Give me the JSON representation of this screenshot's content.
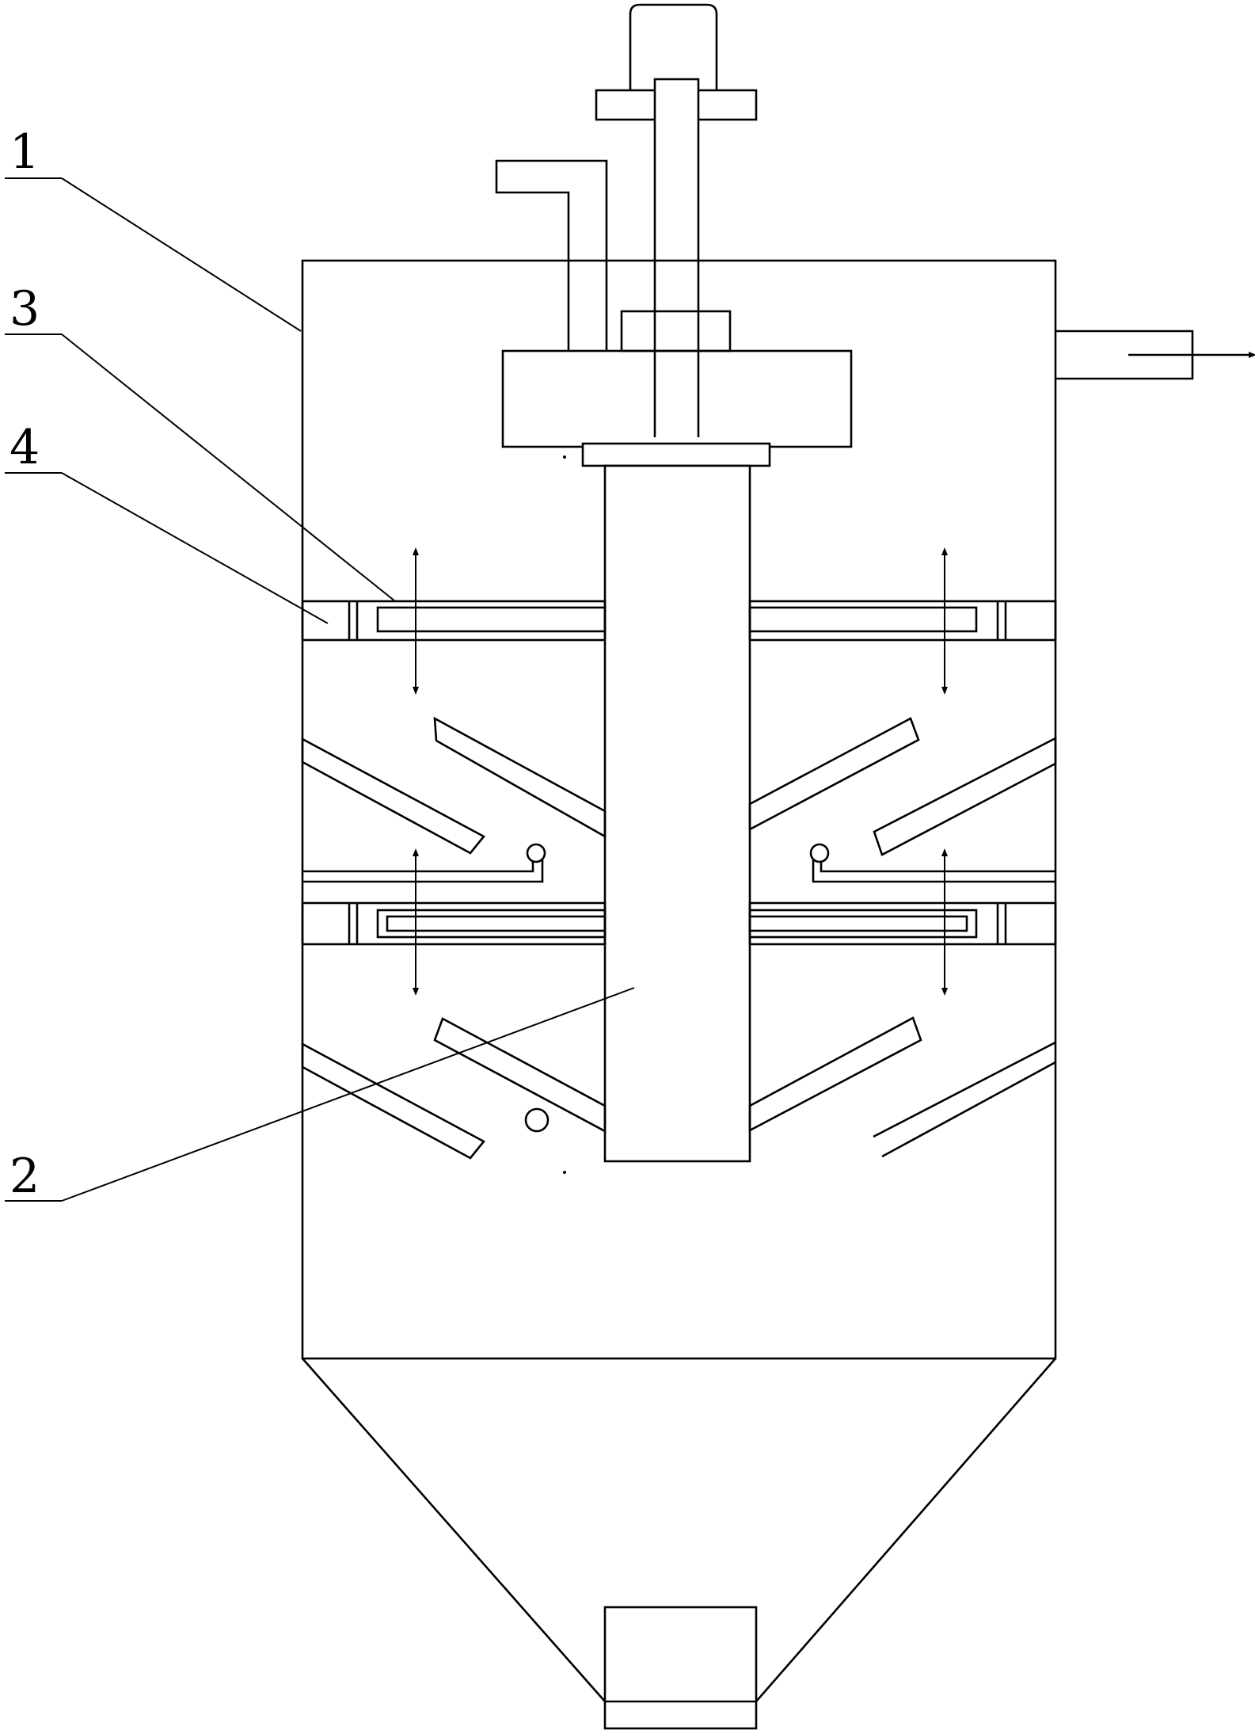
{
  "labels": {
    "shell": "1",
    "rotating_core": "2",
    "membrane_element": "3",
    "support_ring": "4"
  },
  "icons": {
    "outlet_arrow": "arrow-right-icon",
    "motion_arrows": "double-arrow-vertical-icon"
  },
  "colors": {
    "line": "#000000",
    "background": "#ffffff"
  }
}
